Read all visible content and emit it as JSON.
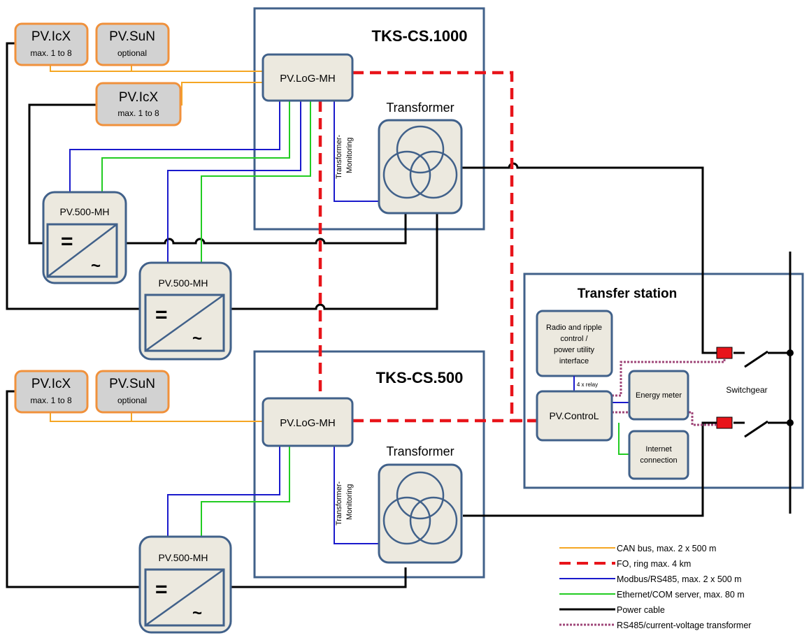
{
  "cs1000": {
    "title": "TKS-CS.1000",
    "log": "PV.LoG-MH",
    "transformer": "Transformer",
    "monitoring1": "Transformer-",
    "monitoring2": "Monitoring"
  },
  "cs500": {
    "title": "TKS-CS.500",
    "log": "PV.LoG-MH",
    "transformer": "Transformer",
    "monitoring1": "Transformer-",
    "monitoring2": "Monitoring"
  },
  "top": {
    "icx1": {
      "name": "PV.IcX",
      "sub": "max. 1 to 8"
    },
    "sun": {
      "name": "PV.SuN",
      "sub": "optional"
    },
    "icx2": {
      "name": "PV.IcX",
      "sub": "max. 1 to 8"
    }
  },
  "bottom": {
    "icx": {
      "name": "PV.IcX",
      "sub": "max. 1 to 8"
    },
    "sun": {
      "name": "PV.SuN",
      "sub": "optional"
    }
  },
  "inverters": {
    "inv1": "PV.500-MH",
    "inv2": "PV.500-MH",
    "inv3": "PV.500-MH",
    "dc": "=",
    "ac": "~"
  },
  "transfer": {
    "title": "Transfer station",
    "radio1": "Radio and ripple",
    "radio2": "control /",
    "radio3": "power utility",
    "radio4": "interface",
    "relay": "4 x relay",
    "control": "PV.ControL",
    "energy": "Energy meter",
    "internet1": "Internet",
    "internet2": "connection",
    "switchgear": "Switchgear"
  },
  "legend": {
    "can": "CAN bus, max. 2 x 500 m",
    "fo": "FO, ring max. 4 km",
    "modbus": "Modbus/RS485, max. 2 x 500 m",
    "ethernet": "Ethernet/COM server, max. 80 m",
    "power": "Power cable",
    "rs485": "RS485/current-voltage transformer"
  },
  "colors": {
    "can": "#f5a623",
    "fo": "#e8141a",
    "modbus": "#1a1acc",
    "ethernet": "#22cc22",
    "power": "#000000",
    "rs485": "#a0487a",
    "box_border": "#41618a",
    "box_fill": "#ece9df",
    "orange_border": "#f0913c",
    "gray_fill": "#d2d2d2"
  }
}
